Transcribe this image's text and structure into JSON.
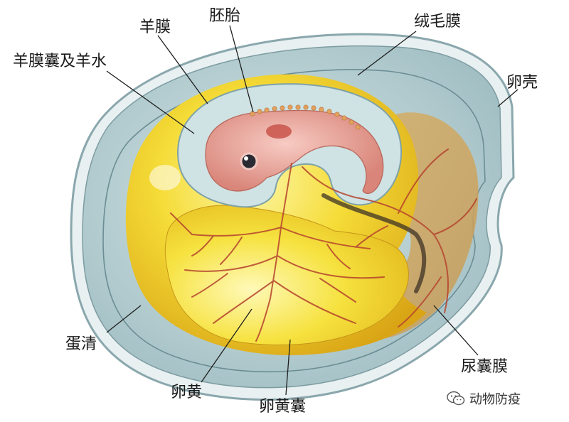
{
  "labels": {
    "amnion": "羊膜",
    "embryo": "胚胎",
    "chorion": "绒毛膜",
    "amniotic_sac": "羊膜囊及羊水",
    "shell": "卵壳",
    "albumen": "蛋清",
    "yolk": "卵黄",
    "yolk_sac": "卵黄囊",
    "allantois": "尿囊膜"
  },
  "watermark": {
    "text": "动物防疫",
    "icon": "wechat-icon"
  },
  "colors": {
    "shell": "#a9c4c9",
    "albumen": "#b8d2d4",
    "yolk": "#f2d22a",
    "yolk_sac": "#f5e03a",
    "embryo": "#e9a8a0",
    "vessels": "#b5432e",
    "amniotic_fluid": "#cfe2e4"
  }
}
